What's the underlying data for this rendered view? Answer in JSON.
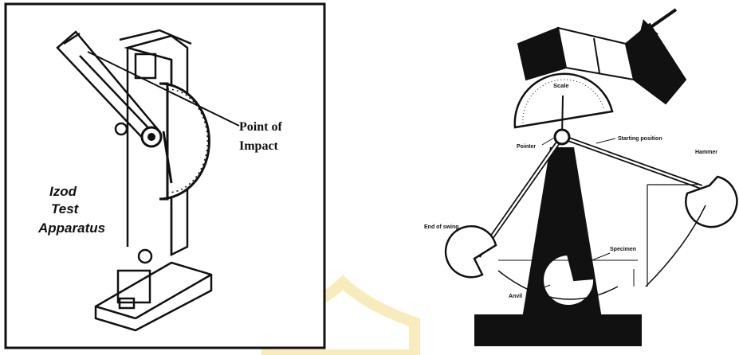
{
  "left_figure": {
    "apparatus_label_line1": "Izod",
    "apparatus_label_line2": "Test",
    "apparatus_label_line3": "Apparatus",
    "point_label_line1": "Point of",
    "point_label_line2": "Impact"
  },
  "right_figure": {
    "scale_label": "Scale",
    "pointer_label": "Pointer",
    "starting_position_label": "Starting position",
    "hammer_label": "Hammer",
    "end_of_swing_label": "End of swing",
    "specimen_label": "Specimen",
    "anvil_label": "Anvil"
  },
  "colors": {
    "ink": "#111111",
    "paper": "#ffffff",
    "watermark": "#f3dc8a"
  }
}
